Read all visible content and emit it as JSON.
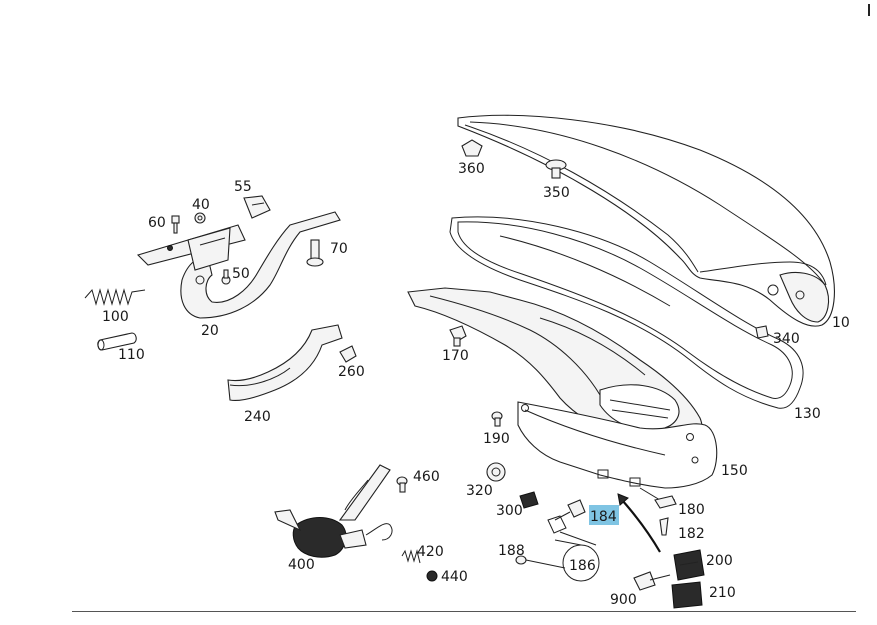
{
  "labels": {
    "p10": "10",
    "p20": "20",
    "p40": "40",
    "p50": "50",
    "p55": "55",
    "p60": "60",
    "p70": "70",
    "p100": "100",
    "p110": "110",
    "p130": "130",
    "p150": "150",
    "p170": "170",
    "p180": "180",
    "p182": "182",
    "p184": "184",
    "p186": "186",
    "p188": "188",
    "p190": "190",
    "p200": "200",
    "p210": "210",
    "p240": "240",
    "p260": "260",
    "p300": "300",
    "p320": "320",
    "p340": "340",
    "p350": "350",
    "p360": "360",
    "p400": "400",
    "p420": "420",
    "p440": "440",
    "p460": "460",
    "p900": "900"
  },
  "highlighted_part": "184",
  "colors": {
    "highlight": "#7fc4e3",
    "line": "#222222",
    "fill": "#f4f4f4"
  }
}
